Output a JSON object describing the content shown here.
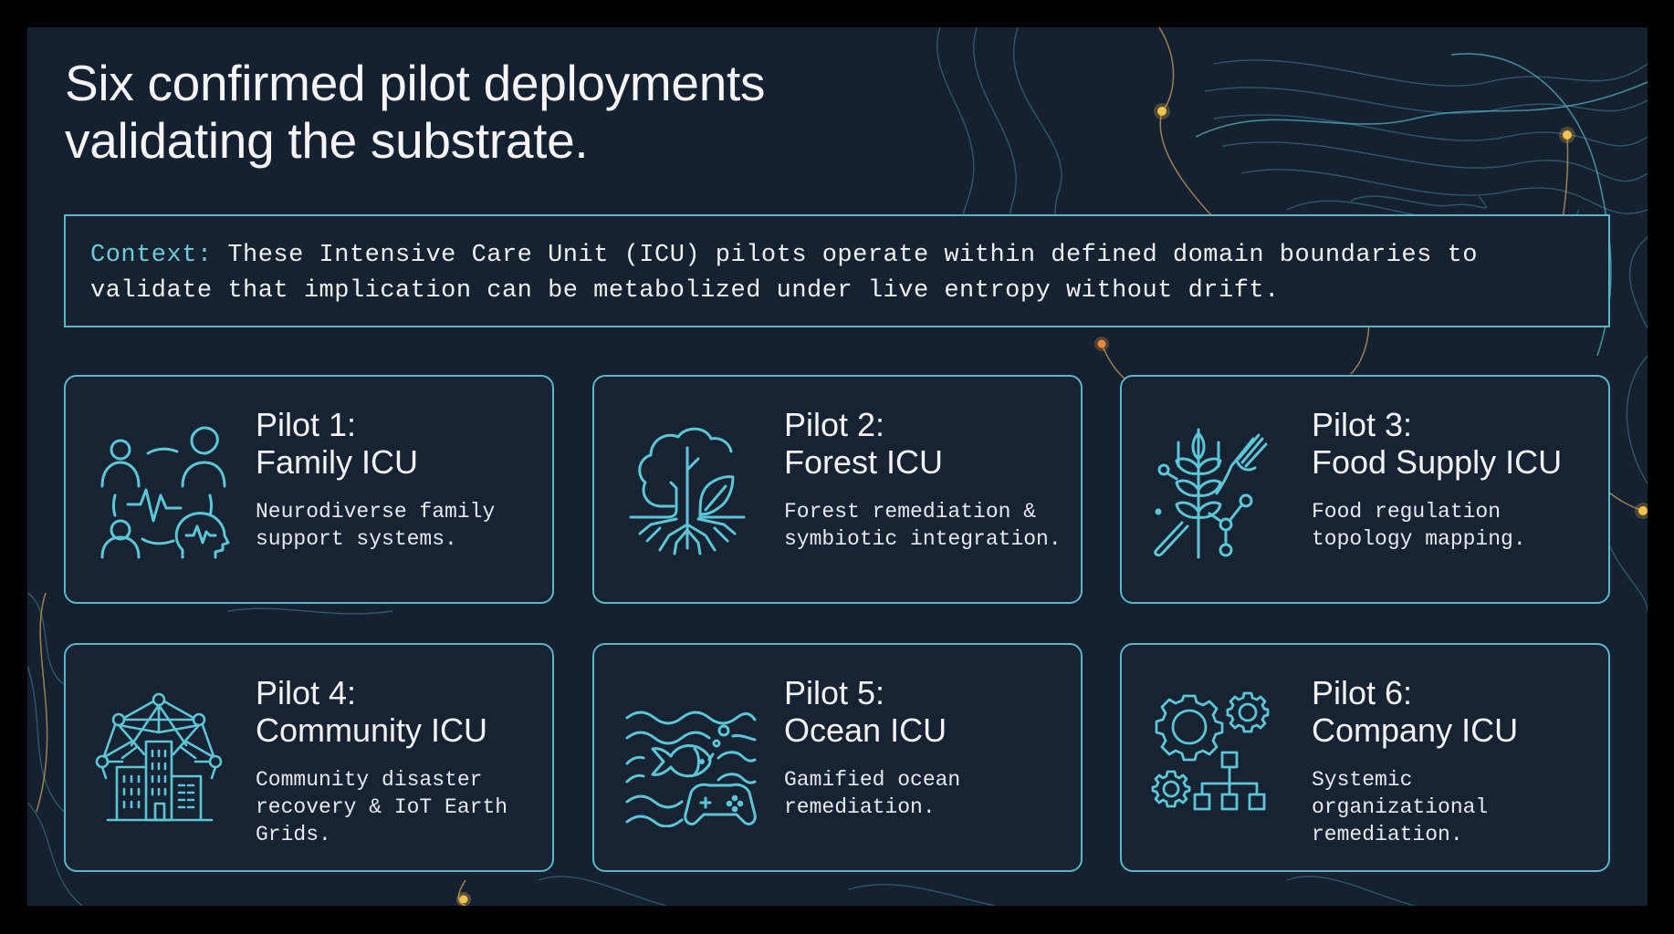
{
  "slide": {
    "title_lines": [
      "Six confirmed pilot deployments",
      "validating the substrate."
    ],
    "context": {
      "label": "Context:",
      "text_line1": " These Intensive Care Unit (ICU) pilots operate within defined domain boundaries to",
      "text_line2": "validate that implication can be metabolized under live entropy without drift."
    },
    "colors": {
      "background": "#152131",
      "accent": "#5bb7c6",
      "context_label": "#6ccbdb",
      "node_gold": "#f2c14e",
      "node_orange": "#e8893a"
    },
    "pilots": [
      {
        "number_label": "Pilot 1:",
        "name": "Family ICU",
        "description": "Neurodiverse family\nsupport systems.",
        "icon": "family-heartbeat-icon"
      },
      {
        "number_label": "Pilot 2:",
        "name": "Forest ICU",
        "description": "Forest remediation &\nsymbiotic integration.",
        "icon": "tree-roots-icon"
      },
      {
        "number_label": "Pilot 3:",
        "name": "Food Supply ICU",
        "description": "Food regulation\ntopology mapping.",
        "icon": "wheat-fork-network-icon"
      },
      {
        "number_label": "Pilot 4:",
        "name": "Community ICU",
        "description": "Community disaster\nrecovery & IoT Earth\nGrids.",
        "icon": "city-mesh-network-icon"
      },
      {
        "number_label": "Pilot 5:",
        "name": "Ocean ICU",
        "description": "Gamified ocean\nremediation.",
        "icon": "ocean-fish-gamepad-icon"
      },
      {
        "number_label": "Pilot 6:",
        "name": "Company ICU",
        "description": "Systemic\norganizational\nremediation.",
        "icon": "gears-org-chart-icon"
      }
    ]
  }
}
